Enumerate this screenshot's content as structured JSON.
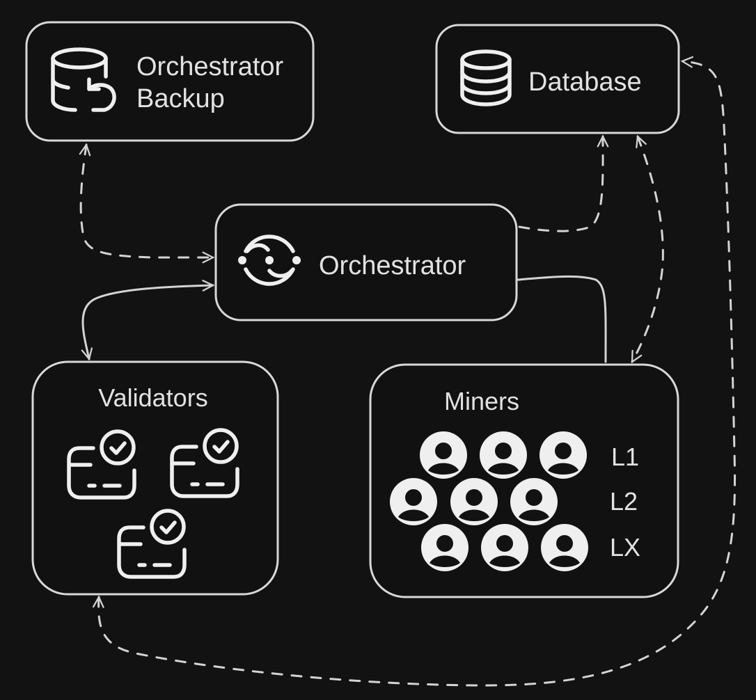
{
  "diagram": {
    "nodes": {
      "orchestrator_backup": {
        "label_line1": "Orchestrator",
        "label_line2": "Backup",
        "icon": "database-restore-icon"
      },
      "database": {
        "label": "Database",
        "icon": "database-icon"
      },
      "orchestrator": {
        "label": "Orchestrator",
        "icon": "orchestrator-sync-icon"
      },
      "validators": {
        "label": "Validators",
        "icon": "validator-check-card-icon",
        "count": 3
      },
      "miners": {
        "label": "Miners",
        "icon": "user-circle-icon",
        "levels": [
          {
            "label": "L1",
            "count": 3
          },
          {
            "label": "L2",
            "count": 3
          },
          {
            "label": "LX",
            "count": 3
          }
        ]
      }
    },
    "edges": [
      {
        "from": "orchestrator_backup",
        "to": "orchestrator",
        "style": "dashed",
        "direction": "both"
      },
      {
        "from": "orchestrator",
        "to": "database",
        "style": "dashed",
        "direction": "forward"
      },
      {
        "from": "database",
        "to": "miners",
        "style": "dashed",
        "direction": "both"
      },
      {
        "from": "validators",
        "to": "orchestrator",
        "style": "solid",
        "direction": "both"
      },
      {
        "from": "orchestrator",
        "to": "miners",
        "style": "solid",
        "direction": "none"
      },
      {
        "from": "validators",
        "to": "database",
        "style": "dashed",
        "direction": "both"
      }
    ],
    "colors": {
      "background": "#121212",
      "stroke": "#d8d8d8",
      "text": "#e2e2e2",
      "icon": "#efefef"
    }
  }
}
